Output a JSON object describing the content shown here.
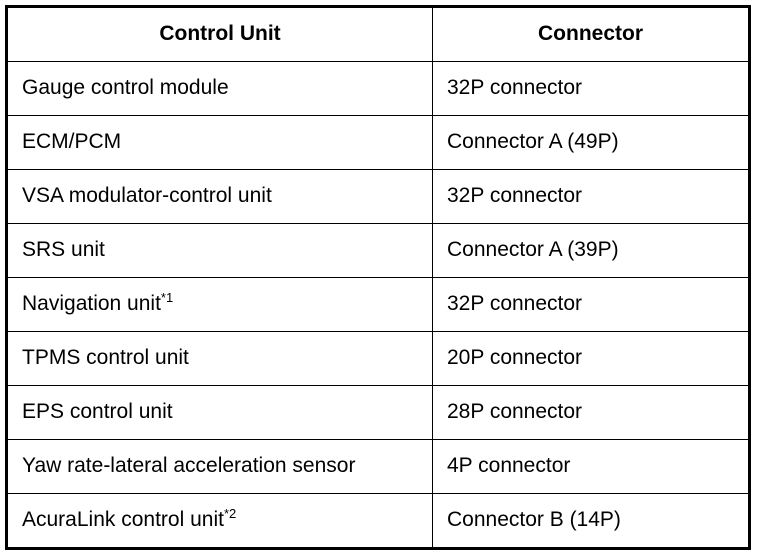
{
  "document": {
    "type": "specification-table",
    "colors": {
      "background": "#ffffff",
      "text": "#000000",
      "border": "#000000"
    }
  },
  "table": {
    "headers": [
      {
        "label": "Control Unit"
      },
      {
        "label": "Connector"
      }
    ],
    "rows": [
      {
        "control_unit": "Gauge control module",
        "control_unit_note": "",
        "connector": "32P connector"
      },
      {
        "control_unit": "ECM/PCM",
        "control_unit_note": "",
        "connector": "Connector A (49P)"
      },
      {
        "control_unit": "VSA modulator-control unit",
        "control_unit_note": "",
        "connector": "32P connector"
      },
      {
        "control_unit": "SRS unit",
        "control_unit_note": "",
        "connector": "Connector A (39P)"
      },
      {
        "control_unit": "Navigation unit",
        "control_unit_note": "*1",
        "connector": "32P connector"
      },
      {
        "control_unit": "TPMS control unit",
        "control_unit_note": "",
        "connector": "20P connector"
      },
      {
        "control_unit": "EPS control unit",
        "control_unit_note": "",
        "connector": "28P connector"
      },
      {
        "control_unit": "Yaw rate-lateral acceleration sensor",
        "control_unit_note": "",
        "connector": "4P connector"
      },
      {
        "control_unit": "AcuraLink control unit",
        "control_unit_note": "*2",
        "connector": "Connector B (14P)"
      }
    ]
  }
}
